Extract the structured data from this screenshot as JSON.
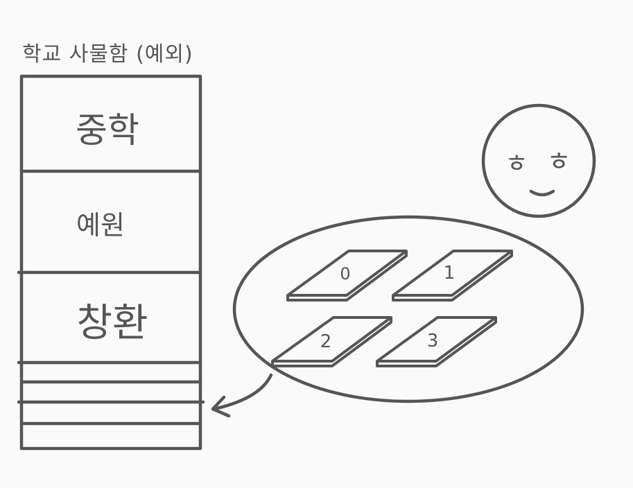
{
  "colors": {
    "ink": "#555555",
    "background": "#fafafa"
  },
  "box": {
    "title": "학교 사물함 (예외)",
    "sections": [
      {
        "label": "중학"
      },
      {
        "label": "예원"
      },
      {
        "label": "창환"
      }
    ],
    "empty_slots": 4
  },
  "face": {
    "left_eye": "ㅎ",
    "right_eye": "ㅎ",
    "icon": "smiling-face-icon"
  },
  "group": {
    "plates": [
      "0",
      "1",
      "2",
      "3"
    ]
  },
  "arrow": {
    "icon": "curved-arrow-icon"
  }
}
